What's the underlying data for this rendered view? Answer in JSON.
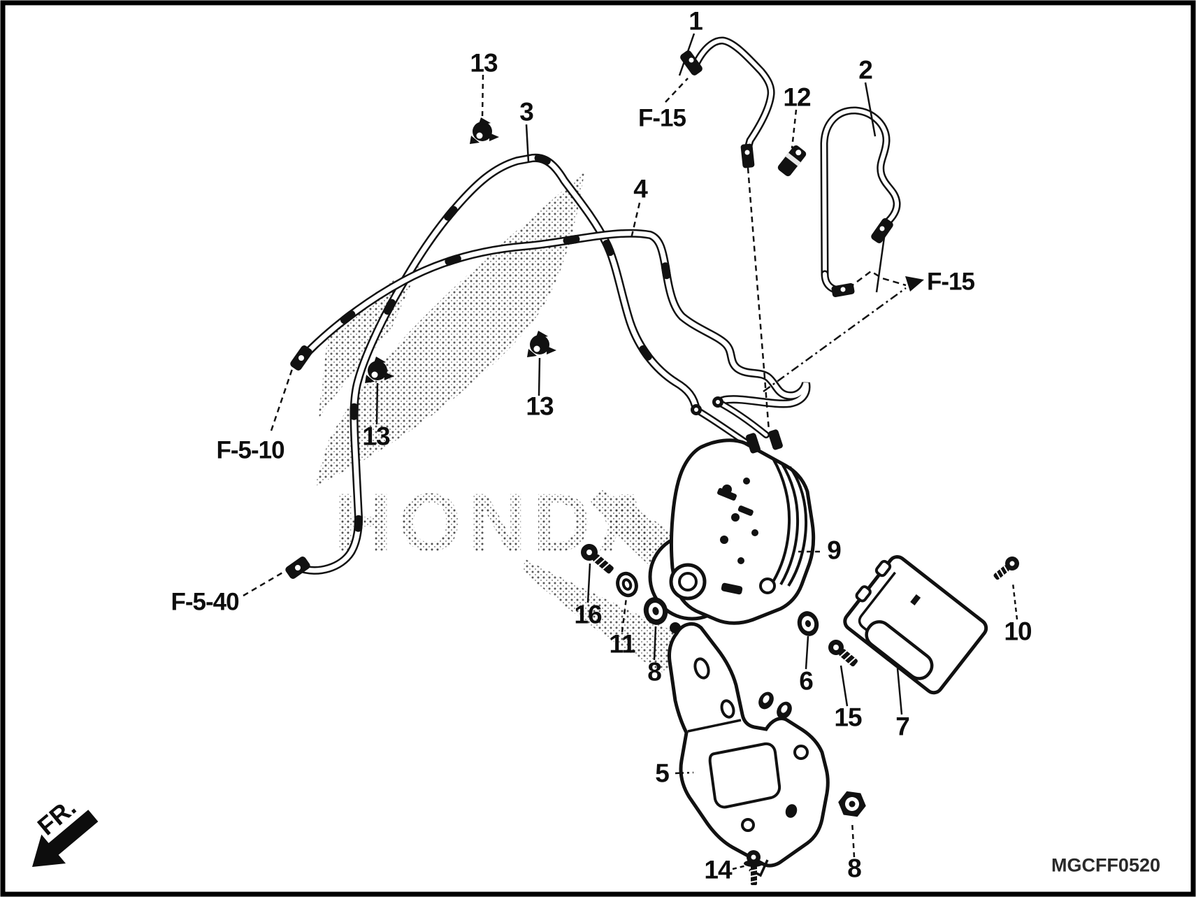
{
  "diagram_code": "MGCFF0520",
  "watermark": {
    "text": "HONDA"
  },
  "direction_indicator": {
    "label": "FR."
  },
  "reference_labels": {
    "f15_top": "F-15",
    "f15_right": "F-15",
    "f5_10": "F-5-10",
    "f5_40": "F-5-40"
  },
  "part_callouts": {
    "n1": "1",
    "n2": "2",
    "n3": "3",
    "n4": "4",
    "n5": "5",
    "n6": "6",
    "n7": "7",
    "n8_left": "8",
    "n8_bottom": "8",
    "n9": "9",
    "n10": "10",
    "n11": "11",
    "n12": "12",
    "n13_top": "13",
    "n13_left": "13",
    "n13_mid": "13",
    "n14": "14",
    "n15": "15",
    "n16": "16"
  },
  "colors": {
    "line": "#111111",
    "background": "#ffffff",
    "halftone": "#555555"
  }
}
